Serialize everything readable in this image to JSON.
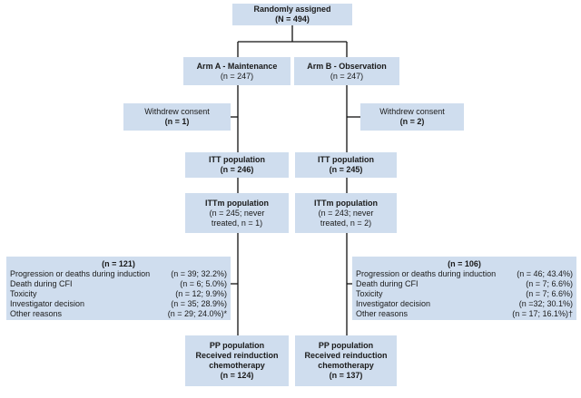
{
  "root": {
    "title": "Randomly assigned",
    "n": "(N = 494)"
  },
  "arm_a": {
    "title": "Arm A - Maintenance",
    "n": "(n = 247)",
    "withdrew": {
      "title": "Withdrew consent",
      "n": "(n = 1)"
    },
    "itt": {
      "title": "ITT population",
      "n": "(n = 246)"
    },
    "ittm": {
      "title": "ITTm population",
      "line1": "(n = 245; never",
      "line2": "treated, n = 1)"
    },
    "reasons": {
      "header": "(n = 121)",
      "items": [
        {
          "label": "Progression or deaths during induction",
          "value": "(n = 39; 32.2%)"
        },
        {
          "label": "Death during CFI",
          "value": "(n = 6; 5.0%)"
        },
        {
          "label": "Toxicity",
          "value": "(n = 12; 9.9%)"
        },
        {
          "label": "Investigator decision",
          "value": "(n = 35; 28.9%)"
        },
        {
          "label": "Other reasons",
          "value": "(n = 29; 24.0%)*"
        }
      ]
    },
    "pp": {
      "line1": "PP population",
      "line2": "Received reinduction",
      "line3": "chemotherapy",
      "n": "(n = 124)"
    }
  },
  "arm_b": {
    "title": "Arm B - Observation",
    "n": "(n = 247)",
    "withdrew": {
      "title": "Withdrew consent",
      "n": "(n = 2)"
    },
    "itt": {
      "title": "ITT population",
      "n": "(n = 245)"
    },
    "ittm": {
      "title": "ITTm population",
      "line1": "(n = 243; never",
      "line2": "treated, n = 2)"
    },
    "reasons": {
      "header": "(n = 106)",
      "items": [
        {
          "label": "Progression or deaths during induction",
          "value": "(n = 46; 43.4%)"
        },
        {
          "label": "Death during CFI",
          "value": "(n = 7; 6.6%)"
        },
        {
          "label": "Toxicity",
          "value": "(n = 7; 6.6%)"
        },
        {
          "label": "Investigator decision",
          "value": "(n =32; 30.1%)"
        },
        {
          "label": "Other reasons",
          "value": "(n = 17; 16.1%)†"
        }
      ]
    },
    "pp": {
      "line1": "PP population",
      "line2": "Received reinduction",
      "line3": "chemotherapy",
      "n": "(n = 137)"
    }
  }
}
